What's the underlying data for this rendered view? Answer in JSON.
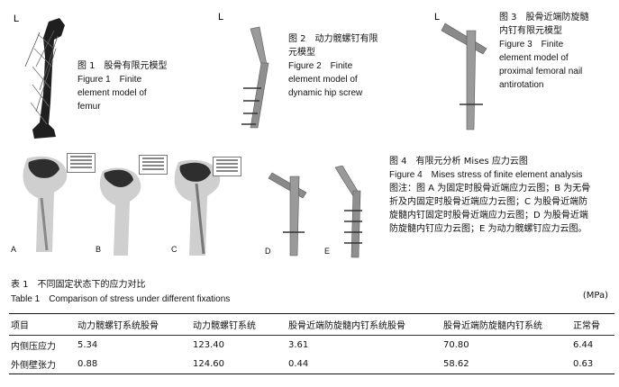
{
  "figures": {
    "fig1": {
      "corner_mark": "L",
      "caption_cn": "图 1　股骨有限元模型",
      "caption_en": [
        "Figure 1　Finite",
        "element model of",
        "femur"
      ]
    },
    "fig2": {
      "corner_mark": "L",
      "caption_cn": [
        "图 2　动力髋螺钉有限",
        "元模型"
      ],
      "caption_en": [
        "Figure 2　Finite",
        "element model of",
        "dynamic hip screw"
      ]
    },
    "fig3": {
      "corner_mark": "L",
      "caption_cn": [
        "图 3　股骨近端防旋髓",
        "内钉有限元模型"
      ],
      "caption_en": [
        "Figure 3　Finite",
        "element model of",
        "proximal femoral nail",
        "antirotation"
      ]
    },
    "fig4": {
      "panels": [
        "A",
        "B",
        "C",
        "D",
        "E"
      ],
      "caption_cn": "图 4　有限元分析 Mises 应力云图",
      "caption_en": "Figure 4　Mises stress of finite element analysis",
      "note": [
        "图注：图 A 为固定时股骨近端应力云图；B 为无骨",
        "折及内固定时股骨近端应力云图；C 为股骨近端防",
        "旋髓内钉固定时股骨近端应力云图；D 为股骨近端",
        "防旋髓内钉应力云图；E 为动力髋螺钉应力云图。"
      ]
    }
  },
  "table": {
    "title_cn": "表 1　不同固定状态下的应力对比",
    "title_en": "Table 1　Comparison of stress under different fixations",
    "unit": "(MPa)",
    "headers": [
      "项目",
      "动力髋螺钉系统股骨",
      "动力髋螺钉系统",
      "股骨近端防旋髓内钉系统股骨",
      "股骨近端防旋髓内钉系统",
      "正常骨"
    ],
    "rows": [
      [
        "内侧压应力",
        "5.34",
        "123.40",
        "3.61",
        "70.80",
        "6.44"
      ],
      [
        "外侧壁张力",
        "0.88",
        "124.60",
        "0.44",
        "58.62",
        "0.63"
      ]
    ]
  },
  "colors": {
    "bone_gray": "#bdbdbd",
    "bone_dark": "#2a2a2a",
    "implant_gray": "#8a8a8a"
  }
}
